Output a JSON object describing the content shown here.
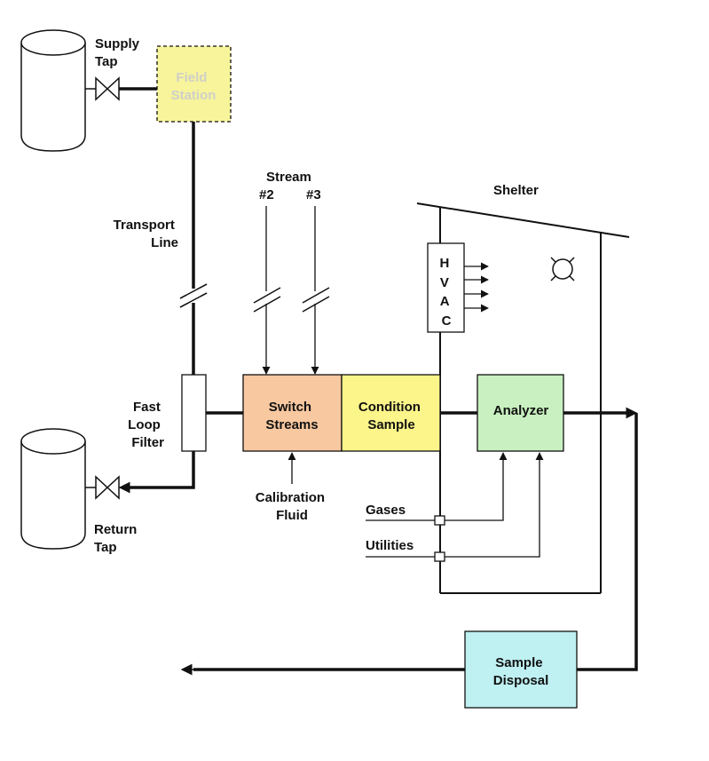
{
  "labels": {
    "supply_tap": [
      "Supply",
      "Tap"
    ],
    "return_tap": [
      "Return",
      "Tap"
    ],
    "transport_line": [
      "Transport",
      "Line"
    ],
    "fast_loop_filter": [
      "Fast",
      "Loop",
      "Filter"
    ],
    "stream": "Stream",
    "stream_2": "#2",
    "stream_3": "#3",
    "shelter": "Shelter",
    "calibration_fluid": [
      "Calibration",
      "Fluid"
    ],
    "gases": "Gases",
    "utilities": "Utilities"
  },
  "boxes": {
    "field_station": [
      "Field",
      "Station"
    ],
    "switch_streams": [
      "Switch",
      "Streams"
    ],
    "condition_sample": [
      "Condition",
      "Sample"
    ],
    "analyzer": "Analyzer",
    "sample_disposal": [
      "Sample",
      "Disposal"
    ],
    "hvac_letters": [
      "H",
      "V",
      "A",
      "C"
    ]
  },
  "colors": {
    "field_station_fill": "#f7f49c",
    "field_station_text": "#cfcfc8",
    "switch_streams_fill": "#f8c8a0",
    "condition_sample_fill": "#fbf58a",
    "analyzer_fill": "#c8f0c0",
    "sample_disposal_fill": "#bff0f2",
    "line": "#111111"
  }
}
